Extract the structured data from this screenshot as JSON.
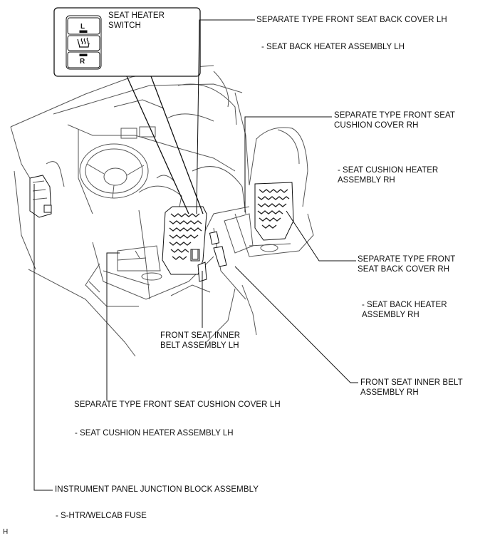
{
  "labels": {
    "seat_heater_switch": "SEAT HEATER\nSWITCH",
    "switch_l": "L",
    "switch_r": "R",
    "seat_back_cover_lh": "SEPARATE TYPE FRONT SEAT BACK COVER LH",
    "seat_back_heater_lh": "- SEAT BACK HEATER ASSEMBLY LH",
    "seat_cushion_cover_rh": "SEPARATE TYPE FRONT SEAT\nCUSHION COVER RH",
    "seat_cushion_heater_rh": "- SEAT CUSHION HEATER\nASSEMBLY RH",
    "seat_back_cover_rh": "SEPARATE TYPE FRONT\nSEAT BACK COVER RH",
    "seat_back_heater_rh": "- SEAT BACK HEATER\nASSEMBLY RH",
    "inner_belt_lh": "FRONT SEAT INNER\nBELT ASSEMBLY LH",
    "inner_belt_rh": "FRONT SEAT INNER BELT\nASSEMBLY RH",
    "seat_cushion_cover_lh": "SEPARATE TYPE FRONT SEAT CUSHION COVER LH",
    "seat_cushion_heater_lh": "- SEAT CUSHION HEATER ASSEMBLY LH",
    "junction_block": "INSTRUMENT PANEL JUNCTION BLOCK ASSEMBLY",
    "fuse": "- S-HTR/WELCAB FUSE",
    "corner_mark": "H"
  },
  "colors": {
    "line": "#111111",
    "outline": "#555555",
    "faint": "#9a9a9a"
  }
}
